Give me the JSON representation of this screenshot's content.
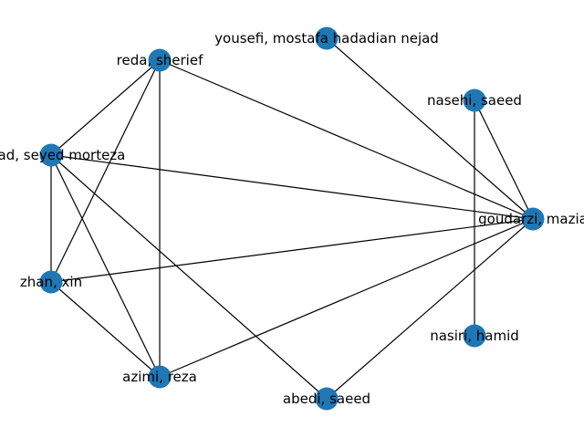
{
  "colors": {
    "node": "#1f77b4",
    "edge": "#000000",
    "background": "#ffffff"
  },
  "nodes": [
    {
      "id": "yousefi",
      "label": "yousefi, mostafa hadadian nejad"
    },
    {
      "id": "reda",
      "label": "reda, sherief"
    },
    {
      "id": "nasehi",
      "label": "nasehi, saeed"
    },
    {
      "id": "nejad",
      "label": "nejad, seyed morteza"
    },
    {
      "id": "goudarzi",
      "label": "goudarzi, mazia"
    },
    {
      "id": "zhan",
      "label": "zhan, xin"
    },
    {
      "id": "nasiri",
      "label": "nasiri, hamid"
    },
    {
      "id": "azimi",
      "label": "azimi, reza"
    },
    {
      "id": "abedi",
      "label": "abedi, saeed"
    }
  ],
  "edges": [
    [
      "yousefi",
      "goudarzi"
    ],
    [
      "reda",
      "nejad"
    ],
    [
      "reda",
      "zhan"
    ],
    [
      "reda",
      "azimi"
    ],
    [
      "reda",
      "goudarzi"
    ],
    [
      "nasehi",
      "goudarzi"
    ],
    [
      "nasehi",
      "nasiri"
    ],
    [
      "nejad",
      "goudarzi"
    ],
    [
      "nejad",
      "zhan"
    ],
    [
      "nejad",
      "azimi"
    ],
    [
      "nejad",
      "abedi"
    ],
    [
      "zhan",
      "goudarzi"
    ],
    [
      "zhan",
      "azimi"
    ],
    [
      "azimi",
      "goudarzi"
    ],
    [
      "abedi",
      "goudarzi"
    ]
  ]
}
